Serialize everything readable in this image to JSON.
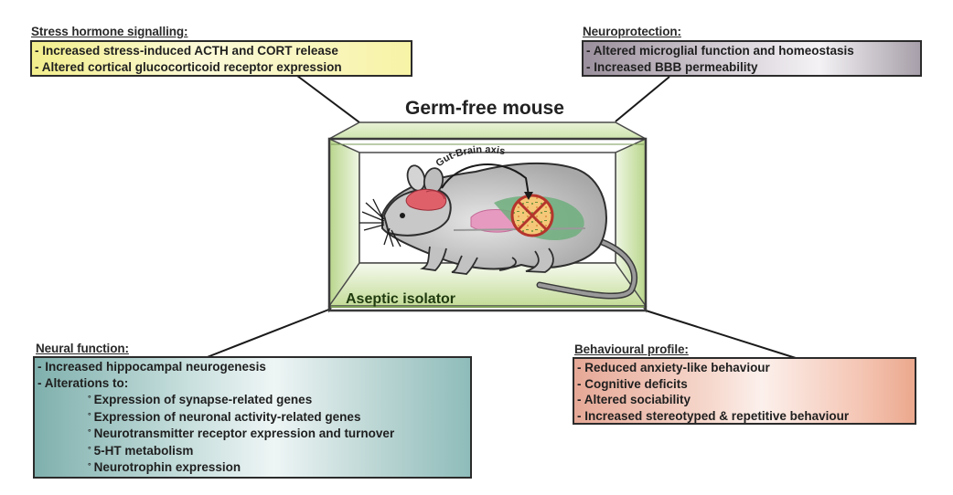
{
  "title": "Germ-free mouse",
  "isolator_label": "Aseptic isolator",
  "axis_label": "Gut-Brain axis",
  "panels": {
    "stress": {
      "heading": "Stress hormone signalling:",
      "items": [
        "- Increased stress-induced ACTH and CORT release",
        "- Altered cortical glucocorticoid receptor expression"
      ],
      "color": "#f2ee8c"
    },
    "neuroprotection": {
      "heading": "Neuroprotection:",
      "items": [
        "- Altered  microglial function and homeostasis",
        "- Increased BBB permeability"
      ],
      "color": "#b3a9b5"
    },
    "neural": {
      "heading": "Neural function:",
      "items": [
        "- Increased hippocampal neurogenesis",
        "- Alterations to:"
      ],
      "subitems": [
        "Expression of synapse-related genes",
        "Expression of neuronal activity-related genes",
        "Neurotransmitter receptor expression and turnover",
        "5-HT metabolism",
        "Neurotrophin expression"
      ],
      "bullet": "°",
      "color": "#8ebcba"
    },
    "behaviour": {
      "heading": "Behavioural profile:",
      "items": [
        "- Reduced anxiety-like behaviour",
        "- Cognitive deficits",
        "- Altered sociability",
        "- Increased stereotyped & repetitive behaviour"
      ],
      "color": "#eba88d"
    }
  },
  "colors": {
    "isolator_green": "#c9e0a6",
    "mouse_grey": "#c4c4c4",
    "brain_red": "#e0606a",
    "gut_pink": "#e79ac0",
    "gut_green": "#6fae7c",
    "microbe_orange": "#f2b15a",
    "prohibit_red": "#b5352c"
  }
}
